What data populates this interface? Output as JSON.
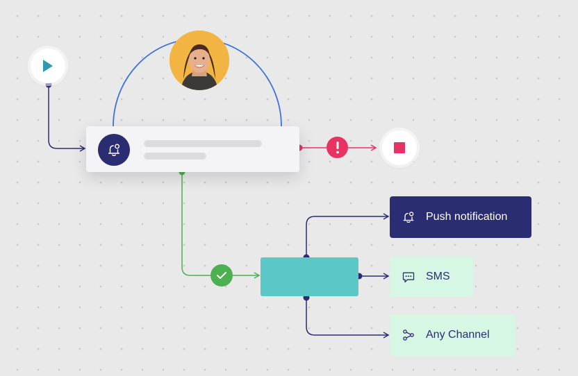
{
  "colors": {
    "navy": "#2b2d72",
    "blue_arc": "#3e74d6",
    "error_red": "#e83362",
    "success_green": "#4caf50",
    "teal": "#5cc7c7",
    "mint": "#d6f7e4",
    "play_teal": "#2f9bb0"
  },
  "icons": {
    "start": "play-icon",
    "stop": "stop-icon",
    "trigger": "bell-icon",
    "error": "exclamation-icon",
    "success": "check-icon"
  },
  "channels": [
    {
      "label": "Push notification",
      "icon": "bell-icon",
      "style": "filled-navy"
    },
    {
      "label": "SMS",
      "icon": "chat-bubble-icon",
      "style": "mint"
    },
    {
      "label": "Any Channel",
      "icon": "share-nodes-icon",
      "style": "mint"
    }
  ]
}
